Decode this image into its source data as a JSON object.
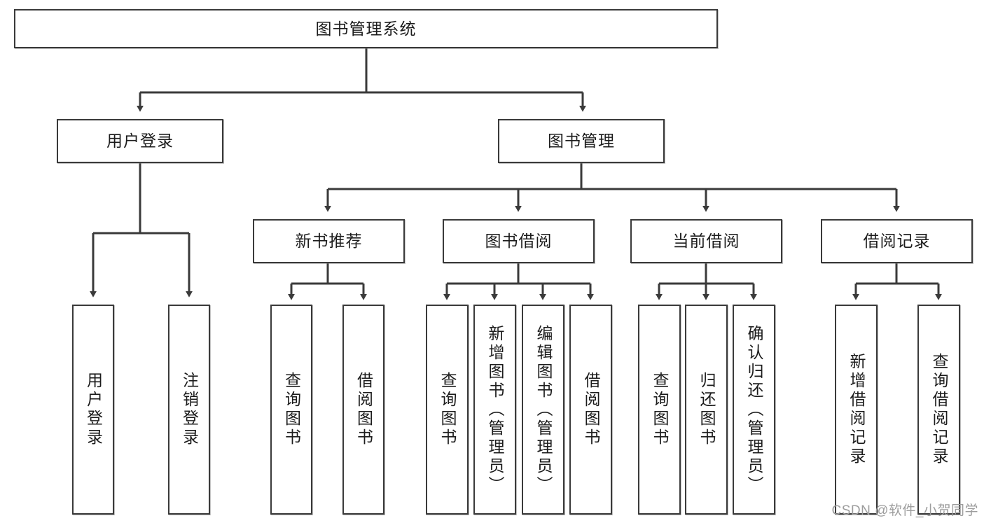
{
  "diagram": {
    "type": "tree-hierarchy-chart",
    "title": "图书管理系统",
    "root": {
      "id": "root",
      "label": "图书管理系统"
    },
    "level2": [
      {
        "id": "user-login",
        "label": "用户登录"
      },
      {
        "id": "book-manage",
        "label": "图书管理"
      }
    ],
    "level3": [
      {
        "id": "new-book-recommend",
        "label": "新书推荐",
        "parent": "book-manage"
      },
      {
        "id": "book-borrow",
        "label": "图书借阅",
        "parent": "book-manage"
      },
      {
        "id": "current-borrow",
        "label": "当前借阅",
        "parent": "book-manage"
      },
      {
        "id": "borrow-record",
        "label": "借阅记录",
        "parent": "book-manage"
      }
    ],
    "leaves": [
      {
        "id": "leaf-user-login",
        "label": "用户登录",
        "parent": "user-login"
      },
      {
        "id": "leaf-logout-login",
        "label": "注销登录",
        "parent": "user-login"
      },
      {
        "id": "leaf-query-book-1",
        "label": "查询图书",
        "parent": "new-book-recommend"
      },
      {
        "id": "leaf-borrow-book-1",
        "label": "借阅图书",
        "parent": "new-book-recommend"
      },
      {
        "id": "leaf-query-book-2",
        "label": "查询图书",
        "parent": "book-borrow"
      },
      {
        "id": "leaf-add-book",
        "label": "新增图书（管理员）",
        "parent": "book-borrow"
      },
      {
        "id": "leaf-edit-book",
        "label": "编辑图书（管理员）",
        "parent": "book-borrow"
      },
      {
        "id": "leaf-borrow-book-2",
        "label": "借阅图书",
        "parent": "book-borrow"
      },
      {
        "id": "leaf-query-book-3",
        "label": "查询图书",
        "parent": "current-borrow"
      },
      {
        "id": "leaf-return-book",
        "label": "归还图书",
        "parent": "current-borrow"
      },
      {
        "id": "leaf-confirm-return",
        "label": "确认归还（管理员）",
        "parent": "current-borrow"
      },
      {
        "id": "leaf-add-record",
        "label": "新增借阅记录",
        "parent": "borrow-record"
      },
      {
        "id": "leaf-query-record",
        "label": "查询借阅记录",
        "parent": "borrow-record"
      }
    ],
    "colors": {
      "node_border": "#3a3a3a",
      "node_fill": "#ffffff",
      "connector": "#3a3a3a",
      "text": "#1c1c1c",
      "watermark": "#9d9d9d",
      "background": "#ffffff"
    }
  },
  "watermark": {
    "text": "CSDN @软件_小贺同学"
  }
}
